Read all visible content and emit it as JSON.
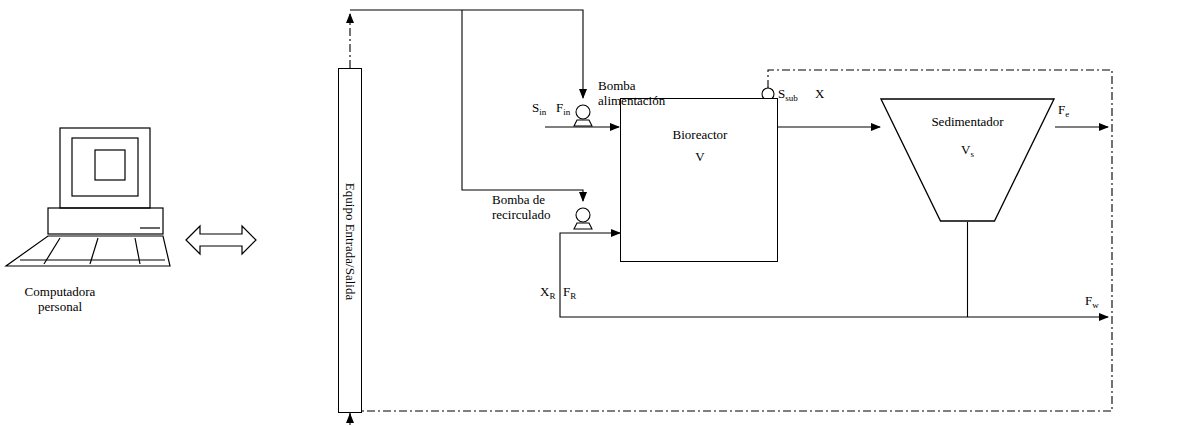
{
  "diagram": {
    "nodes": [
      {
        "text": [
          "Equipo Entrada/Salida"
        ]
      },
      {
        "text": [
          "Bioreactor",
          "V"
        ]
      },
      {
        "text": [
          "Sedimentador",
          "Vs"
        ]
      }
    ],
    "edges": [
      {
        "from": 1,
        "to": 2,
        "arrow": "to"
      },
      {
        "from": 2,
        "to": 1,
        "arrow": "to"
      }
    ],
    "labels": [
      "Computadora personal",
      "Bomba alimentación",
      "Bomba de recirculado",
      "Sin",
      "Fin",
      "Ssub",
      "X",
      "Fe",
      "XR",
      "FR",
      "Fw"
    ]
  }
}
